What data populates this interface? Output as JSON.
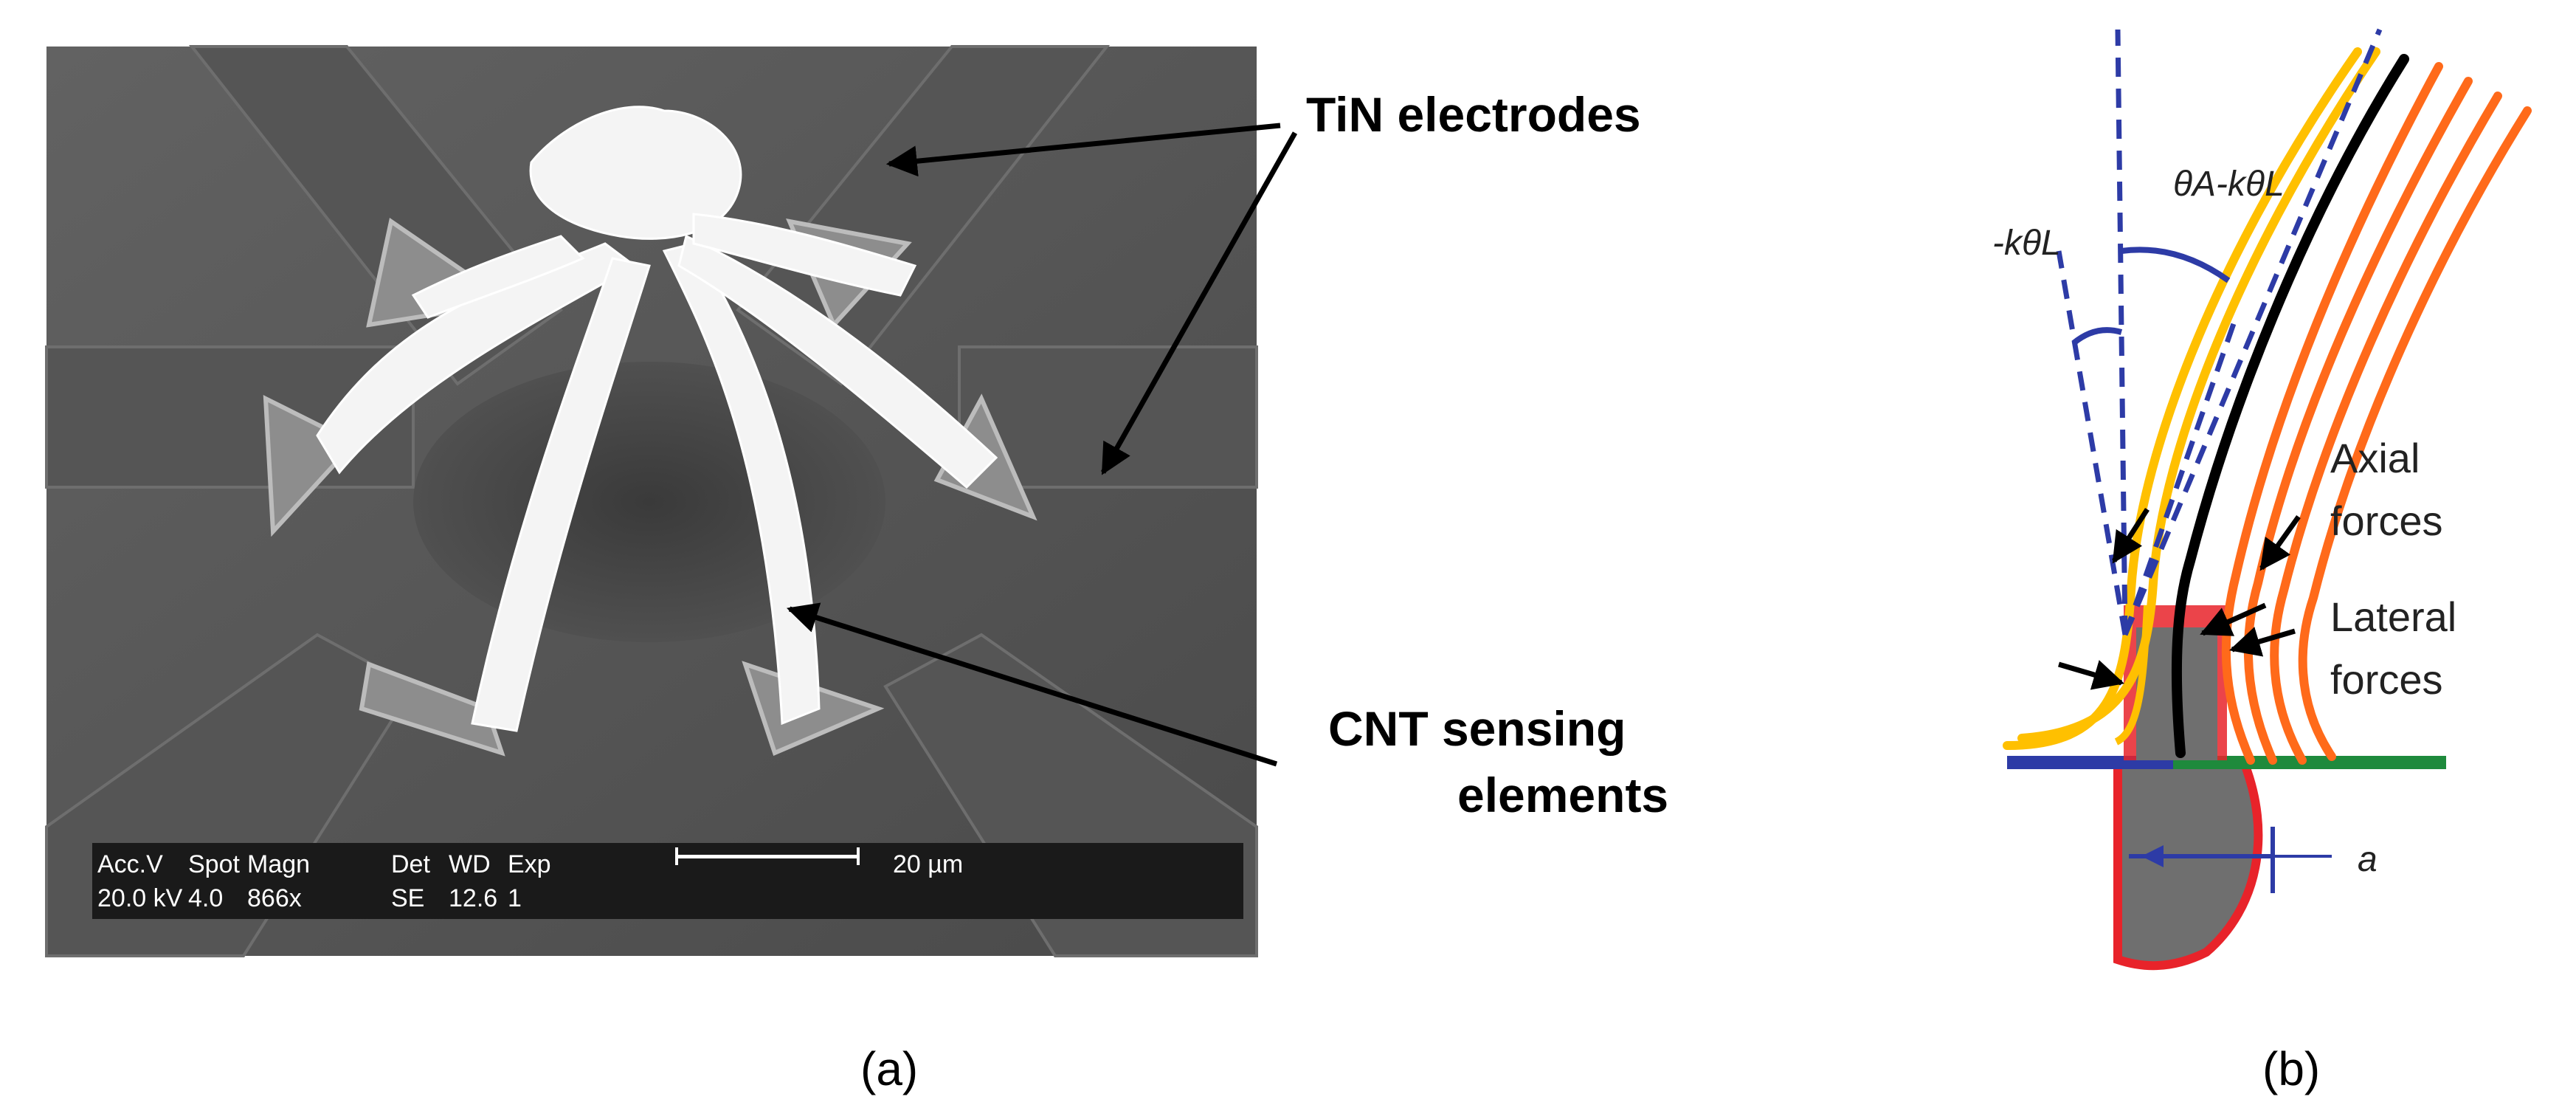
{
  "panel_a": {
    "label_tin": "TiN electrodes",
    "label_cnt_line1": "CNT sensing",
    "label_cnt_line2": "elements",
    "sem_bar": {
      "row1": [
        "Acc.V",
        "Spot",
        "Magn",
        "Det",
        "WD",
        "Exp"
      ],
      "row2": [
        "20.0 kV",
        "4.0",
        "866x",
        "SE",
        "12.6",
        "1"
      ],
      "scale_text": "20 µm"
    },
    "caption": "(a)"
  },
  "panel_b": {
    "angle_left": "-kθL",
    "angle_right": "θA-kθL",
    "axial_line1": "Axial",
    "axial_line2": "forces",
    "lateral_line1": "Lateral",
    "lateral_line2": "forces",
    "dimension": "a",
    "caption": "(b)",
    "colors": {
      "yellow": "#ffc000",
      "orange": "#ff6a1a",
      "blue": "#2d3ba6",
      "green": "#1e8a3c",
      "red": "#e8232a"
    }
  }
}
